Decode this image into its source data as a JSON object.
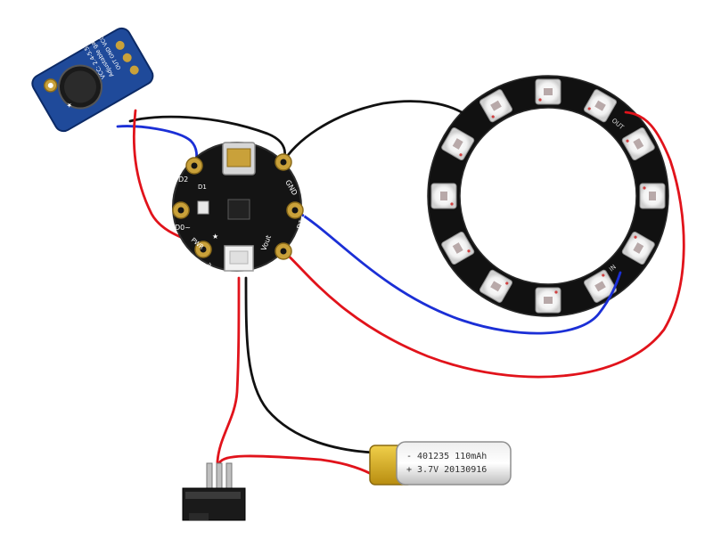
{
  "mic_board": {
    "line1": "VCC: 2.4-5.5V",
    "line2": "Adjustable gain",
    "pins": "OUT GND VCC"
  },
  "gemma_board": {
    "pad_d2": "D2",
    "pad_d0": "D0~",
    "pad_d1": "D1~",
    "pad_gnd": "GND",
    "pad_3vo": "3Vo",
    "pad_vout": "Vout",
    "label_d1": "D1",
    "label_pwr": "PWR"
  },
  "neopixel_ring": {
    "pin_in": "IN",
    "pin_out": "OUT"
  },
  "battery": {
    "line1": "- 401235 110mAh",
    "line2": "+ 3.7V 20130916"
  },
  "colors": {
    "wire_red": "#e1131b",
    "wire_black": "#111111",
    "wire_blue": "#1b2fd6",
    "board_black": "#141414",
    "mic_blue": "#1f4a9a",
    "gold": "#c9a13a",
    "battery_gold": "#d9b320"
  }
}
